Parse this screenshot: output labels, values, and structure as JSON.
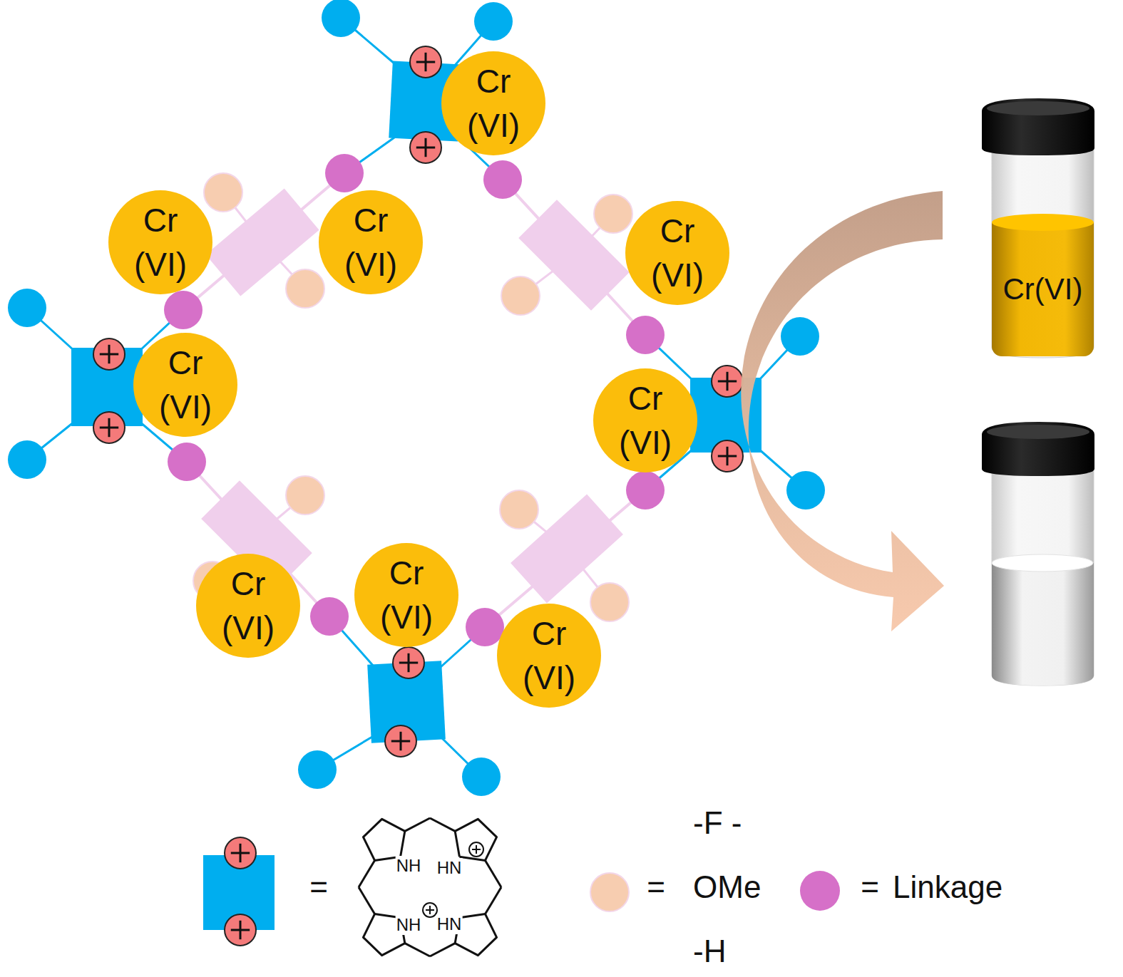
{
  "diagram": {
    "nodes": [
      {
        "text": [
          "Cr (VI)"
        ]
      },
      {
        "text": [
          "Cr (VI)"
        ]
      },
      {
        "text": [
          "Cr (VI)"
        ]
      },
      {
        "text": [
          "Cr (VI)"
        ]
      },
      {
        "text": [
          "Cr (VI)"
        ]
      },
      {
        "text": [
          "Cr (VI)"
        ]
      },
      {
        "text": [
          "Cr (VI)"
        ]
      },
      {
        "text": [
          "Cr (VI)"
        ]
      },
      {
        "text": [
          "Cr (VI)"
        ]
      },
      {
        "text": [
          "Cr(VI)"
        ]
      }
    ],
    "labels": [
      "=",
      "NH",
      "HN",
      "NH",
      "HN",
      "=",
      "="
    ],
    "legend": [
      {
        "text": "-F -OMe -H",
        "color": "#f7cdb0"
      },
      {
        "text": "Linkage",
        "color": "#d670c8"
      }
    ]
  }
}
